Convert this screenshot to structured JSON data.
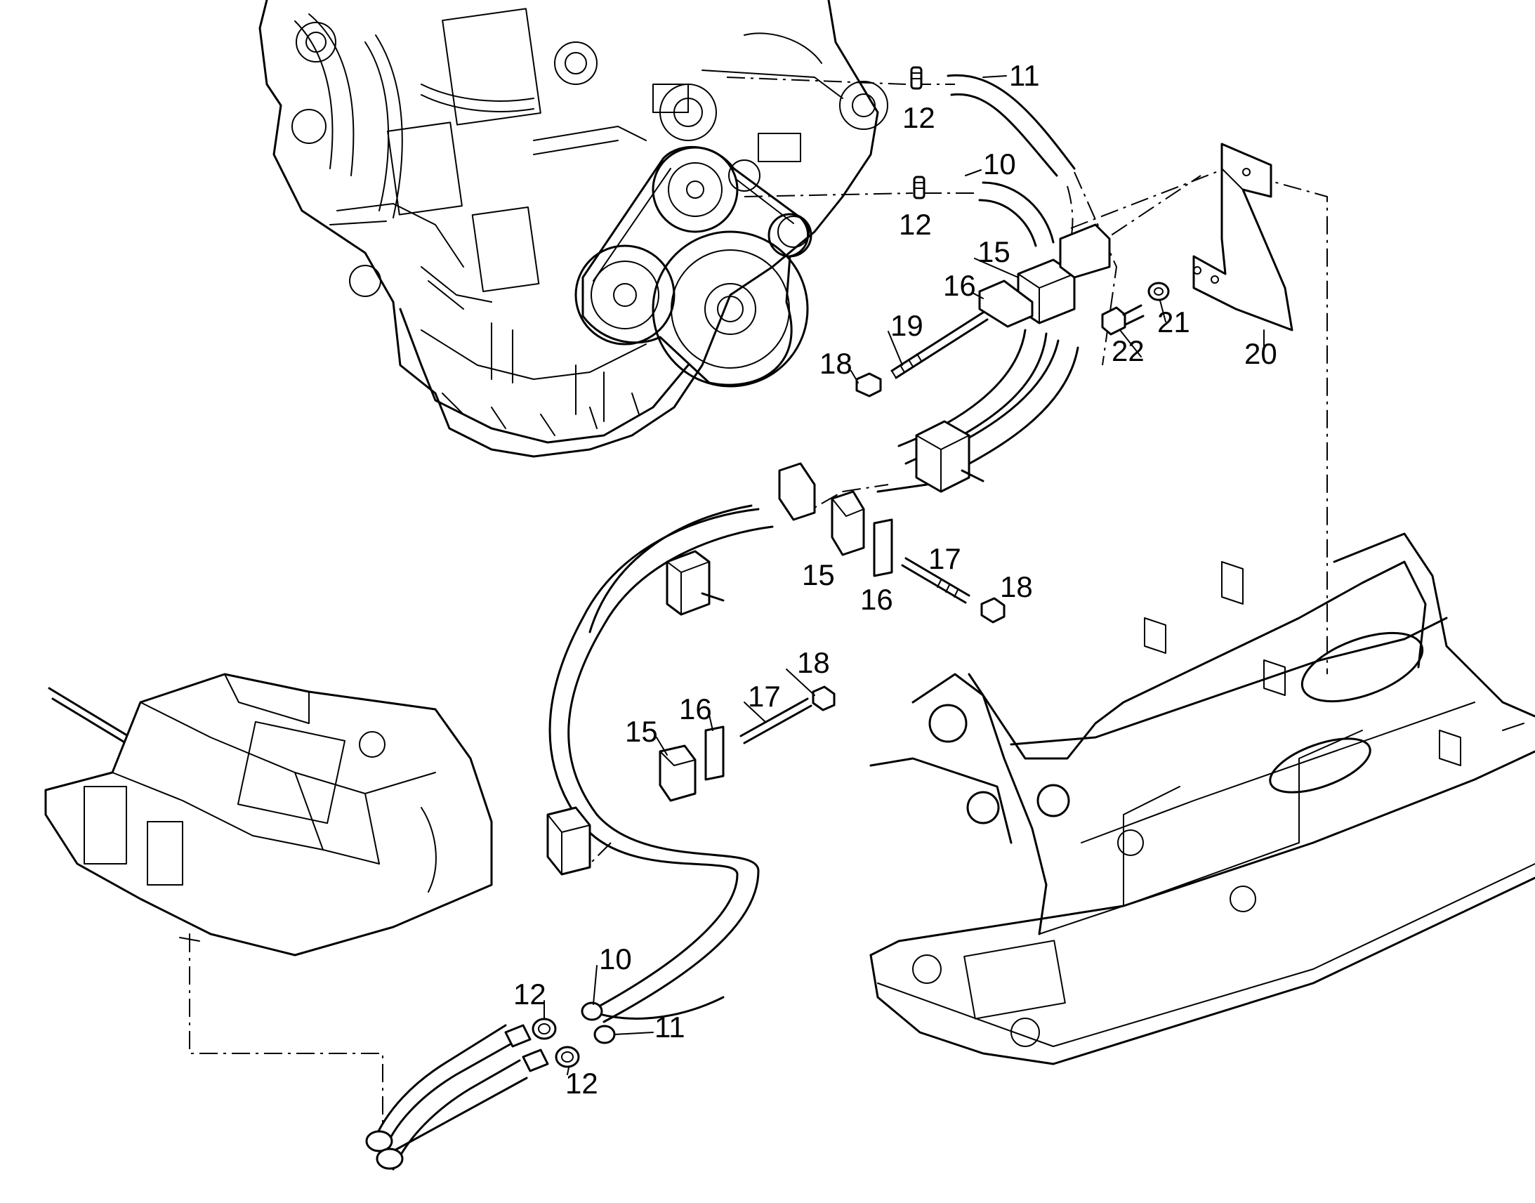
{
  "callouts": {
    "c11_top": "11",
    "c12_top": "12",
    "c10_top": "10",
    "c12_mid": "12",
    "c15_top": "15",
    "c16_top": "16",
    "c19": "19",
    "c18_top": "18",
    "c22": "22",
    "c21": "21",
    "c20": "20",
    "c17_mid": "17",
    "c18_mid": "18",
    "c15_mid": "15",
    "c16_mid": "16",
    "c18_low": "18",
    "c17_low": "17",
    "c16_low": "16",
    "c15_low": "15",
    "c10_bottom": "10",
    "c11_bottom": "11",
    "c12_bottom_a": "12",
    "c12_bottom_b": "12"
  },
  "components": {
    "engine": "engine-assembly",
    "heater": "heater-unit",
    "frame": "upper-frame",
    "hose_10": "heater-hose-10",
    "hose_11": "heater-hose-11"
  }
}
